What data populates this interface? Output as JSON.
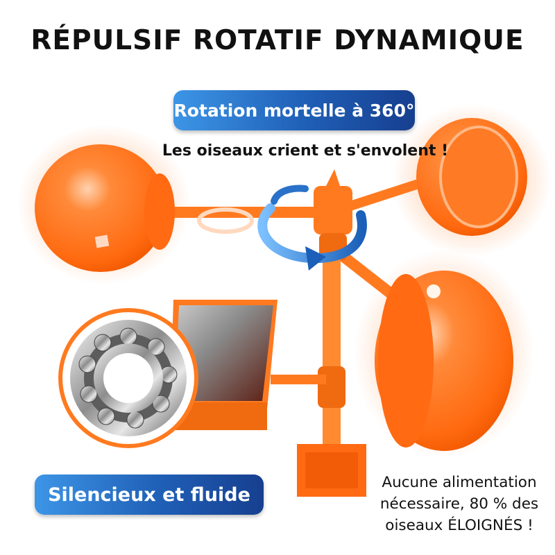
{
  "title": "RÉPULSIF ROTATIF DYNAMIQUE",
  "badges": {
    "rotation": "Rotation mortelle à 360°",
    "silent": "Silencieux et fluide"
  },
  "subtitle": "Les oiseaux crient et s'envolent !",
  "note": {
    "line1": "Aucune alimentation",
    "line2": "nécessaire, 80 % des",
    "line3": "oiseaux ÉLOIGNÉS !"
  },
  "colors": {
    "device_orange": "#ff7a1f",
    "badge_blue": "#2c7fd6",
    "text": "#111111"
  }
}
